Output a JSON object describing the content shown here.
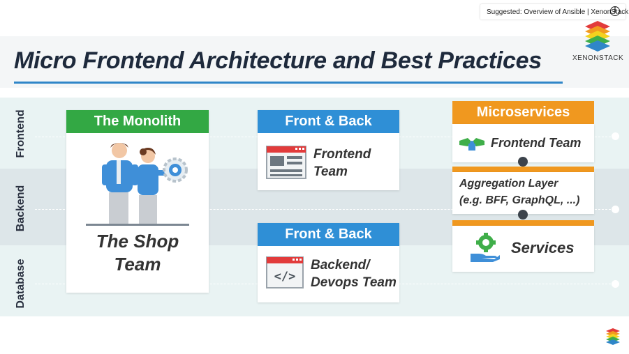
{
  "suggestion": {
    "text": "Suggested: Overview of Ansible | XenonStack",
    "icon": "info-icon"
  },
  "slide": {
    "title": "Micro Frontend Architecture and Best Practices",
    "brand": "XENONSTACK",
    "layers": {
      "frontend": "Frontend",
      "backend": "Backend",
      "database": "Database"
    }
  },
  "monolith": {
    "header": "The Monolith",
    "team_line1": "The Shop",
    "team_line2": "Team",
    "icon": "two-people-gear-icon"
  },
  "front_back_top": {
    "header": "Front & Back",
    "line1": "Frontend",
    "line2": "Team",
    "icon": "browser-window-icon"
  },
  "front_back_bottom": {
    "header": "Front & Back",
    "line1": "Backend/",
    "line2": "Devops Team",
    "icon": "code-window-icon"
  },
  "microservices": {
    "header": "Microservices",
    "frontend_team": "Frontend Team",
    "aggregation_line1": "Aggregation Layer",
    "aggregation_line2": "(e.g. BFF, GraphQL, ...)",
    "services": "Services"
  },
  "colors": {
    "green": "#33a844",
    "blue": "#2f8fd6",
    "orange": "#f0981f",
    "accent_line": "#2f86c8",
    "title": "#1e2a3c"
  }
}
